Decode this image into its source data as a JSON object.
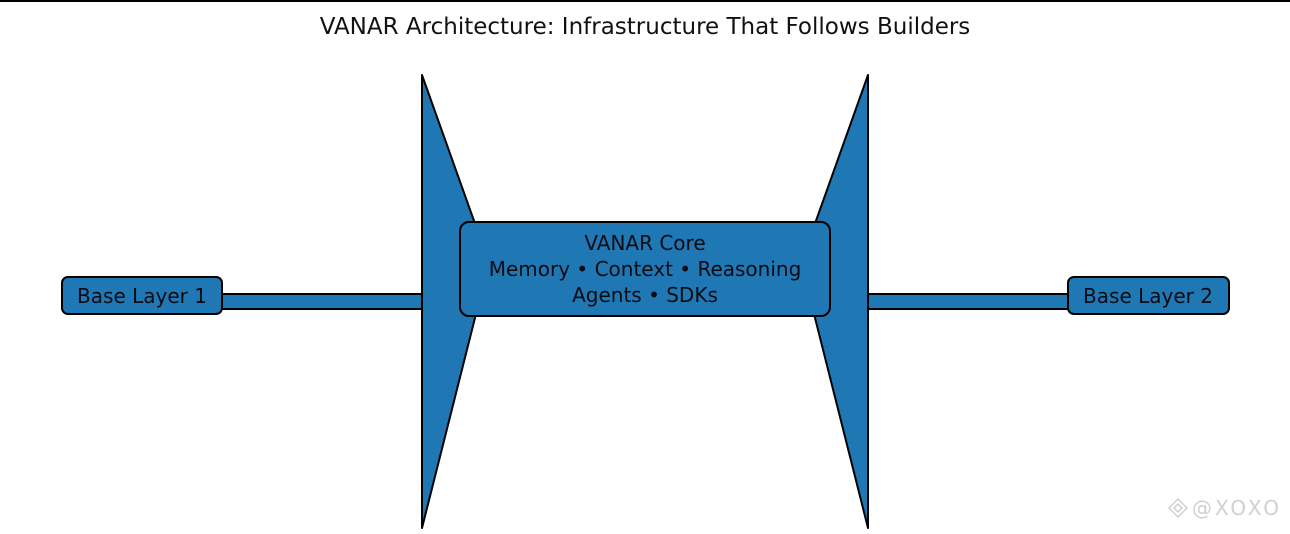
{
  "title": "VANAR Architecture: Infrastructure That Follows Builders",
  "colors": {
    "fill": "#1f77b4",
    "stroke": "#000000",
    "background": "#ffffff",
    "watermark": "#d0d0d0"
  },
  "nodes": {
    "base_layer_1": {
      "label": "Base Layer 1"
    },
    "base_layer_2": {
      "label": "Base Layer 2"
    },
    "core": {
      "lines": [
        "VANAR Core",
        "Memory • Context • Reasoning",
        "Agents • SDKs"
      ]
    }
  },
  "edges": [
    {
      "from": "base_layer_1",
      "to": "core"
    },
    {
      "from": "core",
      "to": "base_layer_2"
    }
  ],
  "watermark": {
    "icon": "diamond-logo-icon",
    "text": "@XOXO"
  }
}
